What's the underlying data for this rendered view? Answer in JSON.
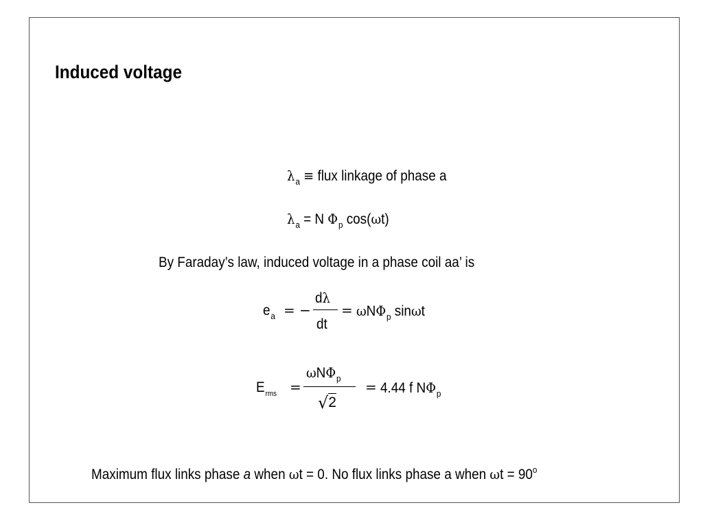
{
  "slide": {
    "title": "Induced voltage"
  },
  "eq1": {
    "lambda": "λ",
    "sub": "a",
    "equiv": "≡",
    "text": "flux linkage of phase a"
  },
  "eq2": {
    "lambda": "λ",
    "sub": "a",
    "rhs_n": "= N",
    "phi": "Φ",
    "phi_sub": "p",
    "cos_open": "cos(",
    "omega": "ω",
    "cos_close": "t)"
  },
  "faraday": {
    "text": "By Faraday’s law, induced voltage in a phase coil aa’ is"
  },
  "eq3": {
    "e": "e",
    "e_sub": "a",
    "eq_minus": "= −",
    "num_d": "d",
    "num_lambda": "λ",
    "den": "dt",
    "eq": "=",
    "omega": "ω",
    "n": "N",
    "phi": "Φ",
    "phi_sub": "p",
    "sin": "sin",
    "omega2": "ω",
    "t": "t"
  },
  "eq4": {
    "e": "E",
    "e_sub": "rms",
    "eq": "=",
    "num_omega": "ω",
    "num_n": "N",
    "num_phi": "Φ",
    "num_phi_sub": "p",
    "sqrt_sign": "√",
    "sqrt_val": "2",
    "eq2": "=",
    "rhs_value": "4.44 f N",
    "rhs_phi": "Φ",
    "rhs_phi_sub": "p"
  },
  "note": {
    "part1": "Maximum flux links phase ",
    "italic_a": "a",
    "part2": " when ",
    "omega1": "ω",
    "part3": "t = 0. No flux links phase a when ",
    "omega2": "ω",
    "part4": "t = 90",
    "deg": "o"
  }
}
